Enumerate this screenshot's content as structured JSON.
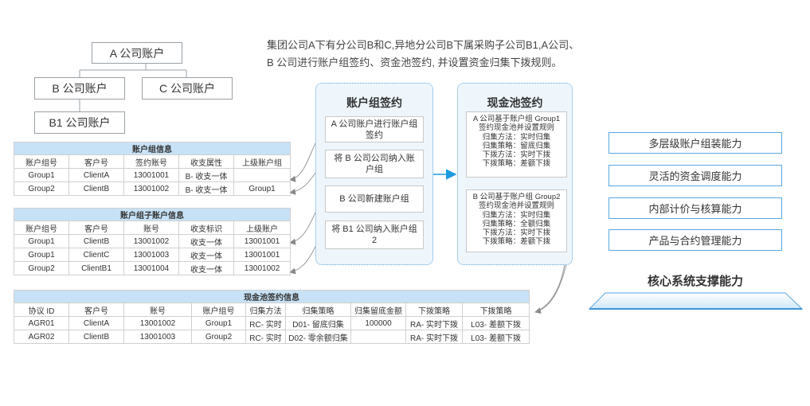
{
  "tree": {
    "root": "A 公司账户",
    "child_b": "B 公司账户",
    "child_c": "C 公司账户",
    "grandchild_b1": "B1 公司账户"
  },
  "intro": {
    "line1": "集团公司A下有分公司B和C,异地分公司B下属采购子公司B1,A公司、",
    "line2": "B 公司进行账户组签约、资金池签约, 并设置资金归集下拨规则。"
  },
  "group_panel": {
    "title": "账户组签约",
    "steps": [
      "A 公司账户进行账户组签约",
      "将 B 公司公司纳入账户组",
      "B 公司新建账户组",
      "将 B1 公司纳入账户组 2"
    ]
  },
  "pool_panel": {
    "title": "现金池签约",
    "box1": [
      "A 公司基于账户组 Group1",
      "签约现金池并设置规则",
      "归集方法：实时归集",
      "归集策略：留底归集",
      "下拨方法：实时下拨",
      "下拨策略：差额下拨"
    ],
    "box2": [
      "B 公司基于账户组 Group2",
      "签约现金池并设置规则",
      "归集方法：实时归集",
      "归集策略：全额归集",
      "下拨方法：实时下拨",
      "下拨策略：差额下拨"
    ]
  },
  "account_group_table": {
    "title": "账户组信息",
    "headers": [
      "账户组号",
      "客户号",
      "签约账号",
      "收支属性",
      "上级账户组"
    ],
    "rows": [
      [
        "Group1",
        "ClientA",
        "13001001",
        "B- 收支一体",
        ""
      ],
      [
        "Group2",
        "ClientB",
        "13001002",
        "B- 收支一体",
        "Group1"
      ]
    ]
  },
  "sub_account_table": {
    "title": "账户组子账户信息",
    "headers": [
      "账户组号",
      "客户号",
      "账号",
      "收支标识",
      "上级账户"
    ],
    "rows": [
      [
        "Group1",
        "ClientB",
        "13001002",
        "收支一体",
        "13001001"
      ],
      [
        "Group1",
        "ClientC",
        "13001003",
        "收支一体",
        "13001001"
      ],
      [
        "Group2",
        "ClientB1",
        "13001004",
        "收支一体",
        "13001002"
      ]
    ]
  },
  "pool_table": {
    "title": "现金池签约信息",
    "headers": [
      "协议 ID",
      "客户号",
      "账号",
      "账户组号",
      "归集方法",
      "归集策略",
      "归集留底金额",
      "下拨策略",
      "下拨策略"
    ],
    "rows": [
      [
        "AGR01",
        "ClientA",
        "13001002",
        "Group1",
        "RC- 实时",
        "D01- 留底归集",
        "100000",
        "RA- 实时下拨",
        "L03- 差额下拨"
      ],
      [
        "AGR02",
        "ClientB",
        "13001003",
        "Group2",
        "RC- 实时",
        "D02- 零余额归集",
        "",
        "RA- 实时下拨",
        "L03- 差额下拨"
      ]
    ]
  },
  "capabilities": {
    "items": [
      "多层级账户组装能力",
      "灵活的资金调度能力",
      "内部计价与核算能力",
      "产品与合约管理能力"
    ],
    "title": "核心系统支撑能力"
  },
  "colors": {
    "accent_blue": "#5aa7df",
    "table_header": "#c7e2f6",
    "panel_fill": "#eef6fc",
    "arrow_blue": "#1e9be0"
  }
}
